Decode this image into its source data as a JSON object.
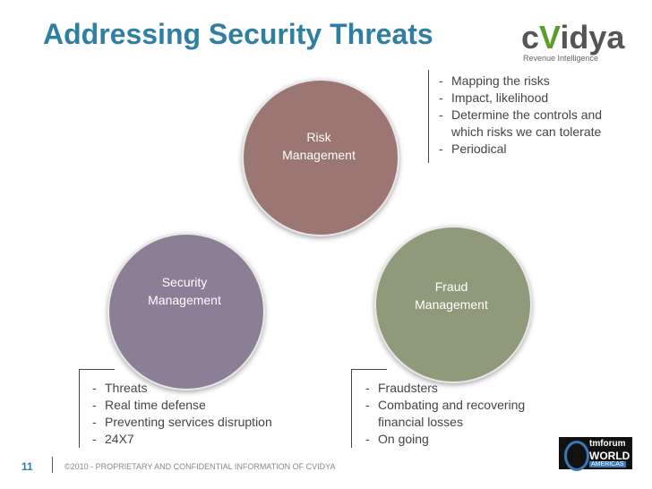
{
  "title": "Addressing Security Threats",
  "logo": {
    "word_pre": "c",
    "word_v": "V",
    "word_post": "idya",
    "tagline": "Revenue Intelligence"
  },
  "circles": {
    "risk": {
      "line1": "Risk",
      "line2": "Management",
      "color": "#9b7672"
    },
    "security": {
      "line1": "Security",
      "line2": "Management",
      "color": "#8a7f95"
    },
    "fraud": {
      "line1": "Fraud",
      "line2": "Management",
      "color": "#8f9a7a"
    }
  },
  "risk_bullets": [
    "Mapping the risks",
    "Impact, likelihood",
    " Determine the controls and which risks we can tolerate",
    "Periodical"
  ],
  "security_bullets": [
    "Threats",
    "Real time defense",
    "Preventing services disruption",
    "24X7"
  ],
  "fraud_bullets": [
    "Fraudsters",
    "Combating and recovering financial losses",
    " On going"
  ],
  "footer": {
    "page_number": "11",
    "text": "©2010 - PROPRIETARY AND CONFIDENTIAL INFORMATION OF CVIDYA"
  },
  "badge": {
    "line1": "tmforum",
    "line2": "WORLD",
    "line3": "AMERICAS"
  }
}
